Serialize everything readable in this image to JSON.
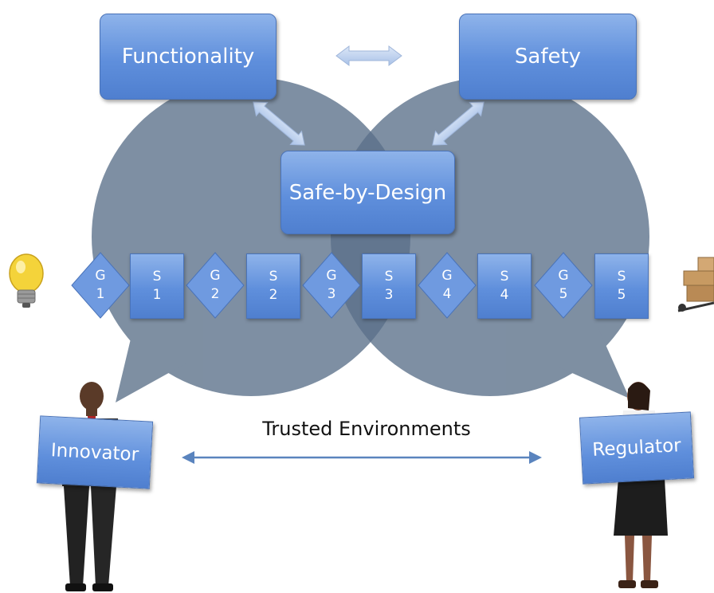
{
  "top_boxes": {
    "functionality": "Functionality",
    "safety": "Safety"
  },
  "center_box": "Safe-by-Design",
  "steps": [
    {
      "letter": "G",
      "number": "1"
    },
    {
      "letter": "S",
      "number": "1"
    },
    {
      "letter": "G",
      "number": "2"
    },
    {
      "letter": "S",
      "number": "2"
    },
    {
      "letter": "G",
      "number": "3"
    },
    {
      "letter": "S",
      "number": "3"
    },
    {
      "letter": "G",
      "number": "4"
    },
    {
      "letter": "S",
      "number": "4"
    },
    {
      "letter": "G",
      "number": "5"
    },
    {
      "letter": "S",
      "number": "5"
    }
  ],
  "roles": {
    "left": "Innovator",
    "right": "Regulator"
  },
  "bottom_label": "Trusted Environments",
  "icons": {
    "left": "lightbulb-icon",
    "right": "boxes-hand-truck-icon"
  },
  "colors": {
    "bubble": "#5a7089",
    "box": "#6f9ae0",
    "arrow": "#5a84be"
  }
}
